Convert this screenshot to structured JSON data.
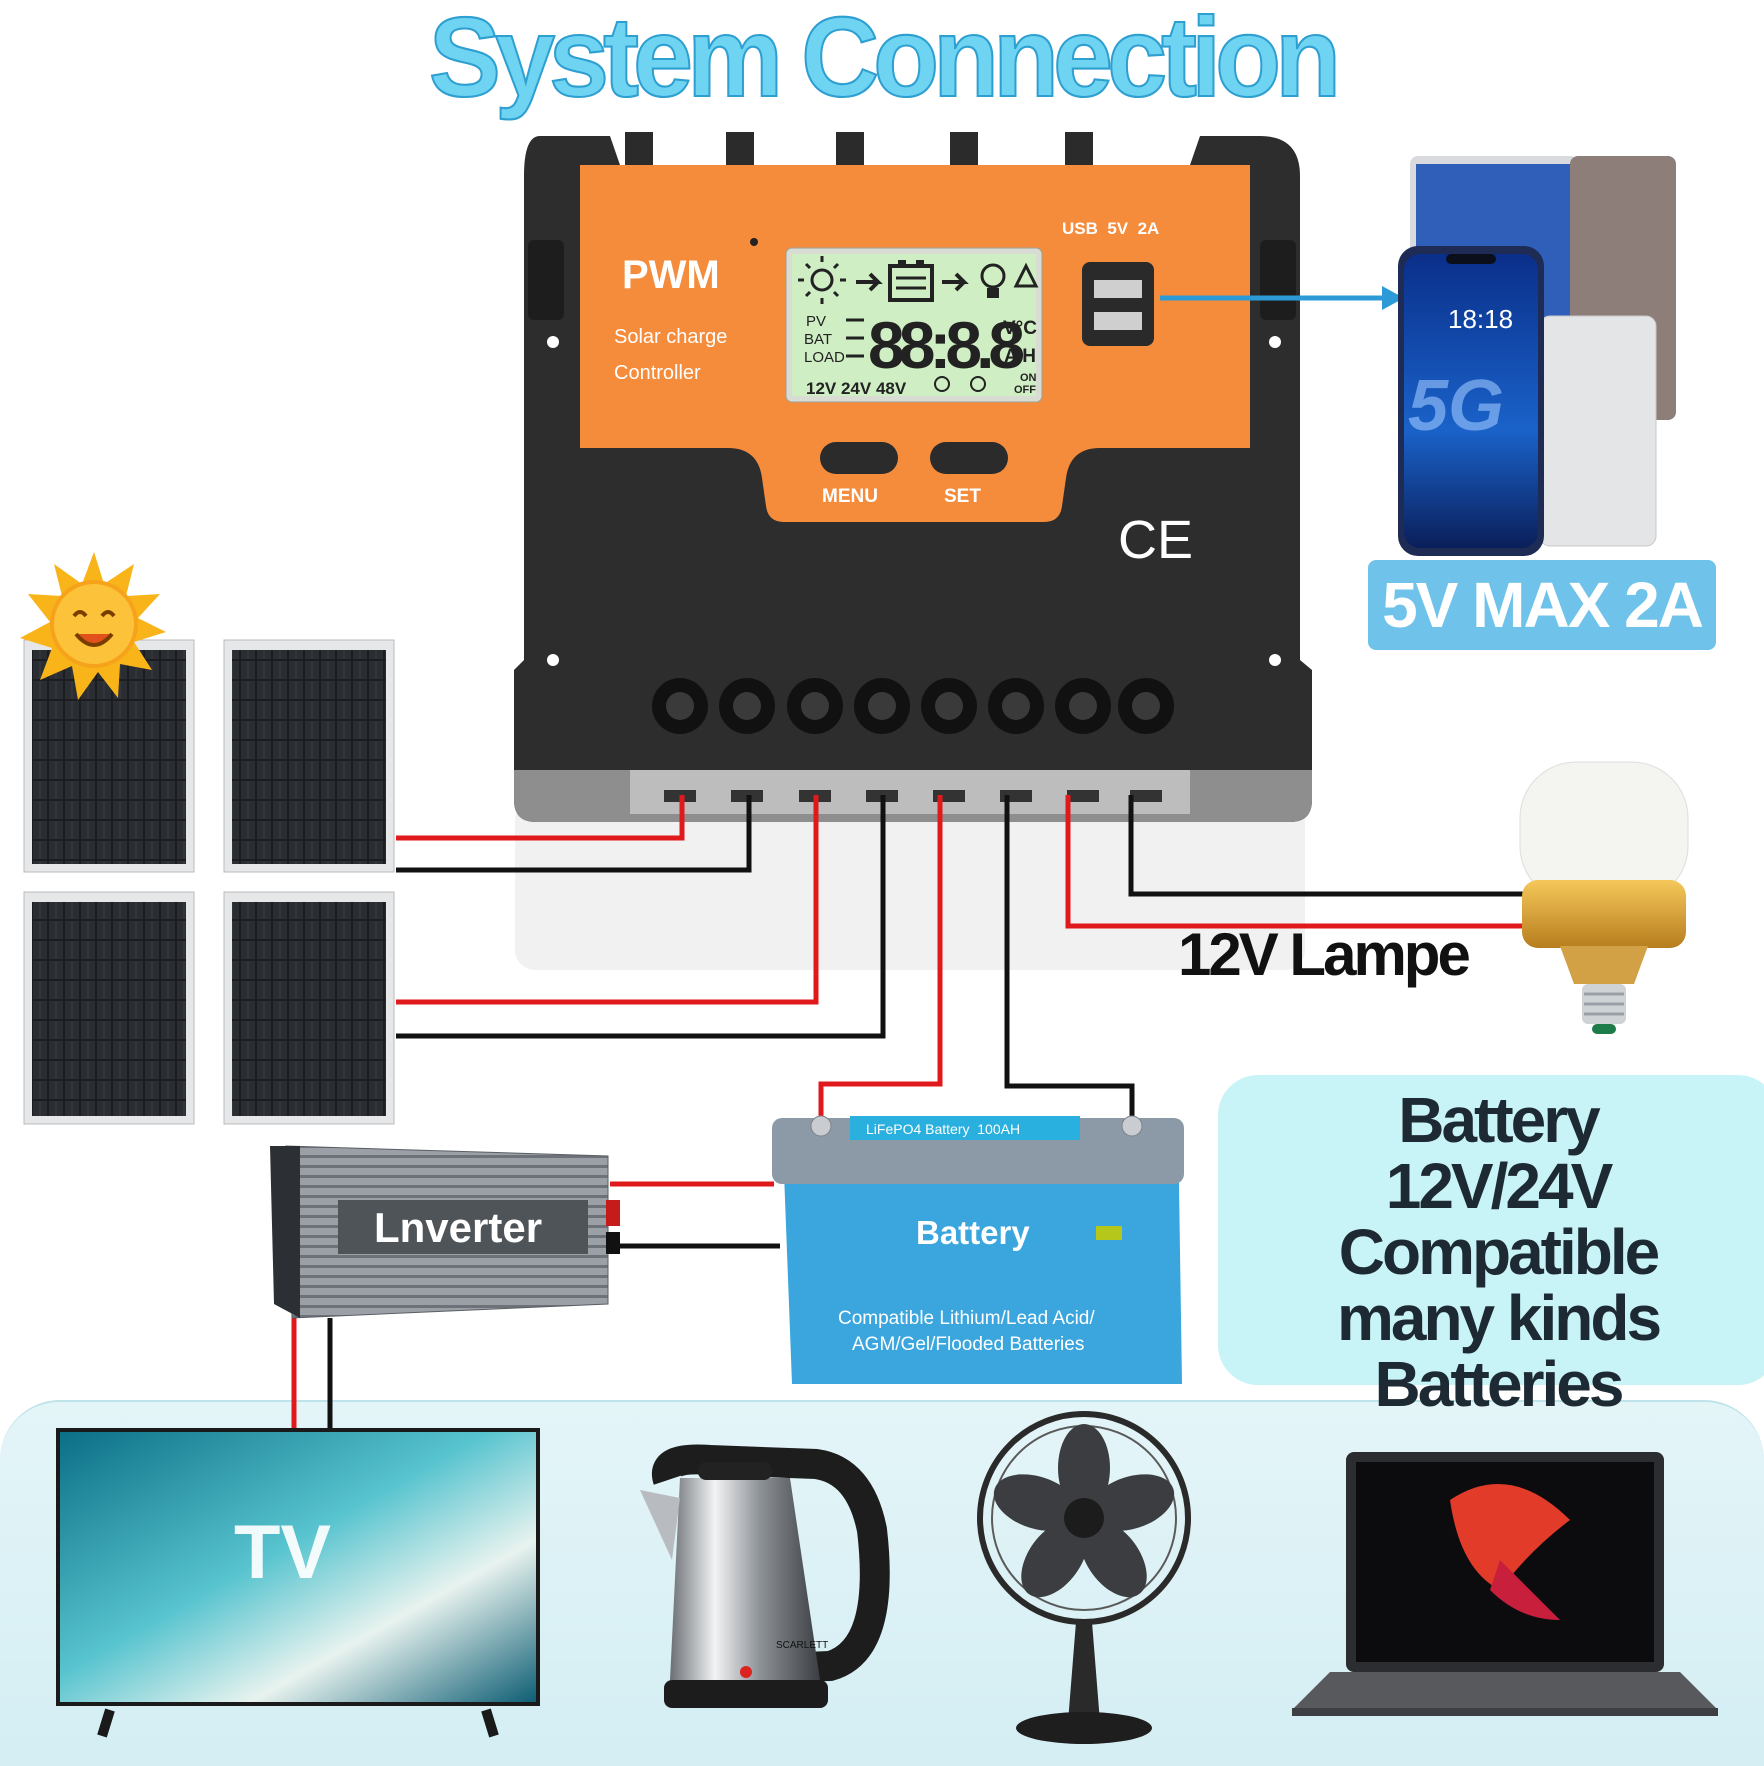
{
  "title": "System Connection",
  "controller": {
    "brand": "PWM",
    "subtitle_line1": "Solar charge",
    "subtitle_line2": "Controller",
    "usb_label": "USB  5V  2A",
    "lcd_rows": [
      "PV",
      "BAT",
      "LOAD"
    ],
    "lcd_digits": "88:8.8",
    "lcd_units_top": "V°C",
    "lcd_units_bottom": "A H",
    "lcd_voltages": "12V 24V 48V",
    "lcd_on": "ON",
    "lcd_off": "OFF",
    "menu_label": "MENU",
    "set_label": "SET",
    "ce_mark": "CE"
  },
  "usb_device": {
    "phone_time": "18:18",
    "badge_5g": "5G",
    "badge": "5V MAX 2A"
  },
  "lamp": {
    "label": "12V Lampe"
  },
  "inverter": {
    "label": "Lnverter"
  },
  "battery": {
    "top_label": "LiFePO4 Battery  100AH",
    "label": "Battery",
    "desc_line1": "Compatible Lithium/Lead Acid/",
    "desc_line2": "AGM/Gel/Flooded Batteries"
  },
  "battery_info": {
    "line1": "Battery",
    "line2": "12V/24V",
    "line3": "Compatible",
    "line4": "many kinds Batteries"
  },
  "appliances": {
    "tv_label": "TV",
    "kettle_brand": "SCARLETT"
  },
  "colors": {
    "wire_positive": "#e0191c",
    "wire_negative": "#111111",
    "controller_orange": "#f58c3c",
    "controller_body": "#2b2b2b",
    "title_blue": "#6fd3f2",
    "badge_blue": "#6fc3ea",
    "info_box": "#c9f4f7"
  }
}
